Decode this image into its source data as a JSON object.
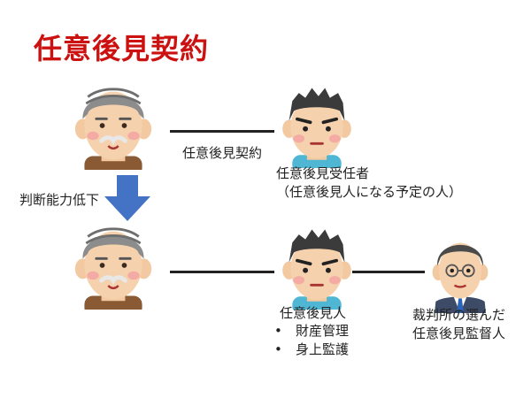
{
  "title": "任意後見契約",
  "colors": {
    "title": "#cc1111",
    "arrow": "#4472c4",
    "line": "#222222"
  },
  "top_row": {
    "contract_label": "任意後見契約",
    "trustee_label_line1": "任意後見受任者",
    "trustee_label_line2": "（任意後見人になる予定の人）"
  },
  "transition": {
    "label": "判断能力低下"
  },
  "bottom_row": {
    "guardian_label": "任意後見人",
    "duties": [
      "財産管理",
      "身上監護"
    ],
    "supervisor_label_line1": "裁判所の選んだ",
    "supervisor_label_line2": "任意後見監督人"
  },
  "icons": {
    "elderly_top": "elderly-person-icon",
    "trustee_top": "young-man-icon",
    "elderly_bottom": "elderly-person-icon",
    "guardian_bottom": "young-man-icon",
    "supervisor": "suited-man-icon",
    "arrow": "arrow-down-icon"
  }
}
